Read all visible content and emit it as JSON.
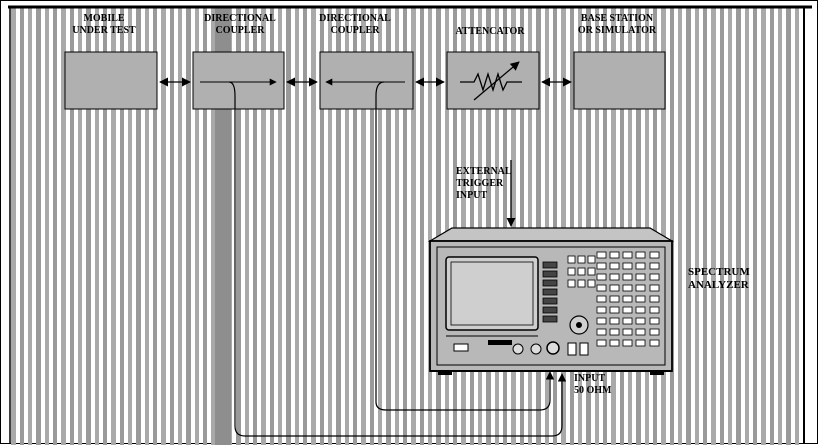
{
  "colors": {
    "background": "#ffffff",
    "stripe_light": "#a9a9a9",
    "stripe_dark": "#9a9a9a",
    "line": "#000000",
    "box_fill": "#b4b4b4",
    "screen": "#c8c8c8"
  },
  "blocks": {
    "mobile": {
      "line1": "MOBILE",
      "line2": "UNDER TEST"
    },
    "coupler1": {
      "line1": "DIRECTIONAL",
      "line2": "COUPLER"
    },
    "coupler2": {
      "line1": "DIRECTIONAL",
      "line2": "COUPLER"
    },
    "attenuator": {
      "line1": "ATTENCATOR"
    },
    "base_station": {
      "line1": "BASE STATION",
      "line2": "OR SIMULATOR"
    }
  },
  "trigger": {
    "line1": "EXTERNAL",
    "line2": "TRIGGER",
    "line3": "INPUT"
  },
  "analyzer": {
    "line1": "SPECTRUM",
    "line2": "ANALYZER"
  },
  "input_port": {
    "line1": "INPUT",
    "line2": "50 OHM"
  }
}
